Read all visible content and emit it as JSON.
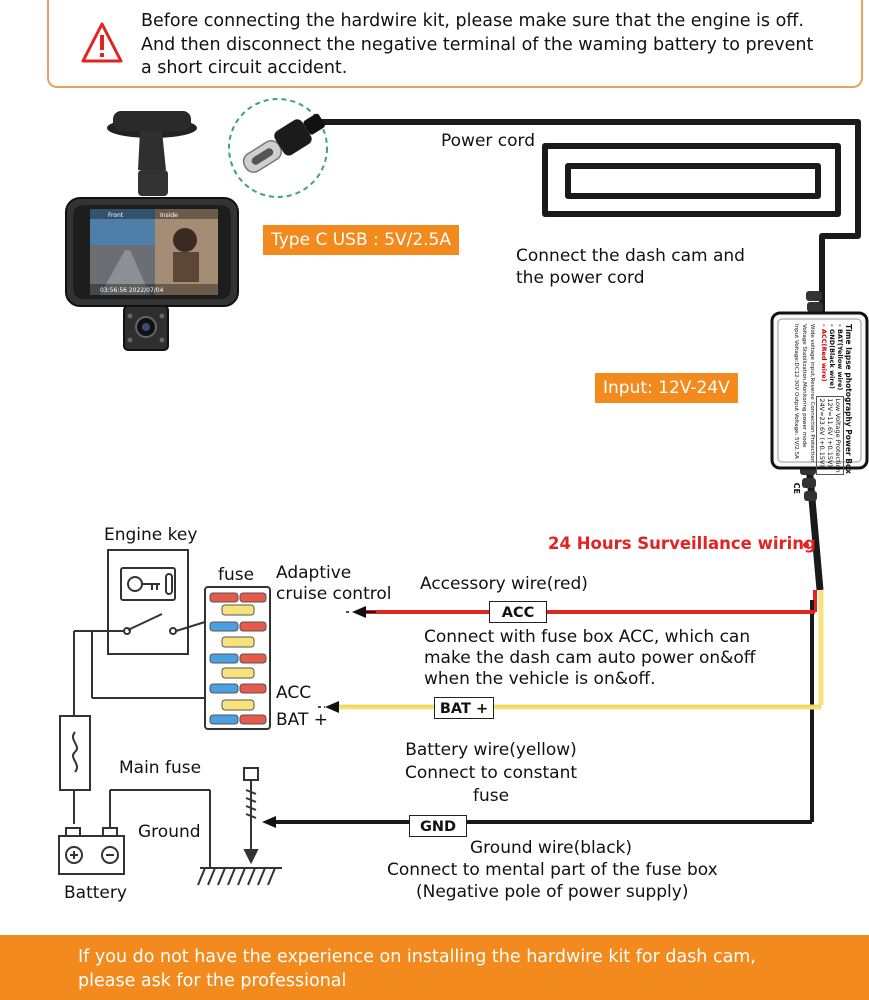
{
  "warning": {
    "text": "Before connecting the hardwire kit, please make sure that the engine is off.\nAnd then disconnect the negative terminal of the waming battery to prevent\na short circuit accident.",
    "icon": "warning-triangle-icon"
  },
  "labels": {
    "power_cord": "Power cord",
    "type_c": "Type C USB : 5V/2.5A",
    "connect_dashcam": "Connect the dash cam and\nthe power cord",
    "input_voltage": "Input: 12V-24V",
    "surveillance": "24 Hours Surveillance wiring",
    "engine_key": "Engine key",
    "fuse": "fuse",
    "adaptive": "Adaptive\ncruise control",
    "accessory_wire": "Accessory wire(red)",
    "acc_tag": "ACC",
    "acc_desc": "Connect with fuse box ACC, which can\nmake the dash cam auto power on&off\nwhen the vehicle is on&off.",
    "fuse_acc": "ACC",
    "fuse_bat": "BAT +",
    "bat_tag": "BAT +",
    "battery_wire": "Battery wire(yellow)\nConnect to constant fuse",
    "main_fuse": "Main fuse",
    "ground": "Ground",
    "battery": "Battery",
    "gnd_tag": "GND",
    "ground_wire": "Ground wire(black)",
    "ground_desc": "Connect to mental part of the fuse box",
    "ground_desc2": "(Negative pole of power supply)"
  },
  "power_box": {
    "title": "Time lapse photography Power Box",
    "lines": [
      "- BAT(Yellow wire)",
      "- GND(Black wire)",
      "- ACC(Red wire)"
    ],
    "specs": [
      "Wide voltage input,Reverse Connection Protection",
      "Voltage Stabilization,Monitoring power mode",
      "Input Voltage:DC12-30V   Output Voltage: 5V/2.5A"
    ],
    "protect_title": "Low Voltage Protection",
    "protect": [
      "12V=11.6V (+0.15V)",
      "24V=23.6V (+0.15V)"
    ],
    "mark": "CE"
  },
  "dashcam": {
    "front_label": "Front",
    "inside_label": "Inside",
    "timestamp": "03:56:56  2022/07/04"
  },
  "footer": {
    "text": "If you do not have the experience on installing the hardwire kit for dash cam,\nplease ask for the professional"
  },
  "colors": {
    "accent_orange": "#f28a1e",
    "warning_border": "#e8a25a",
    "red_wire": "#e32222",
    "yellow_wire": "#f7e37a",
    "black_wire": "#111111"
  }
}
